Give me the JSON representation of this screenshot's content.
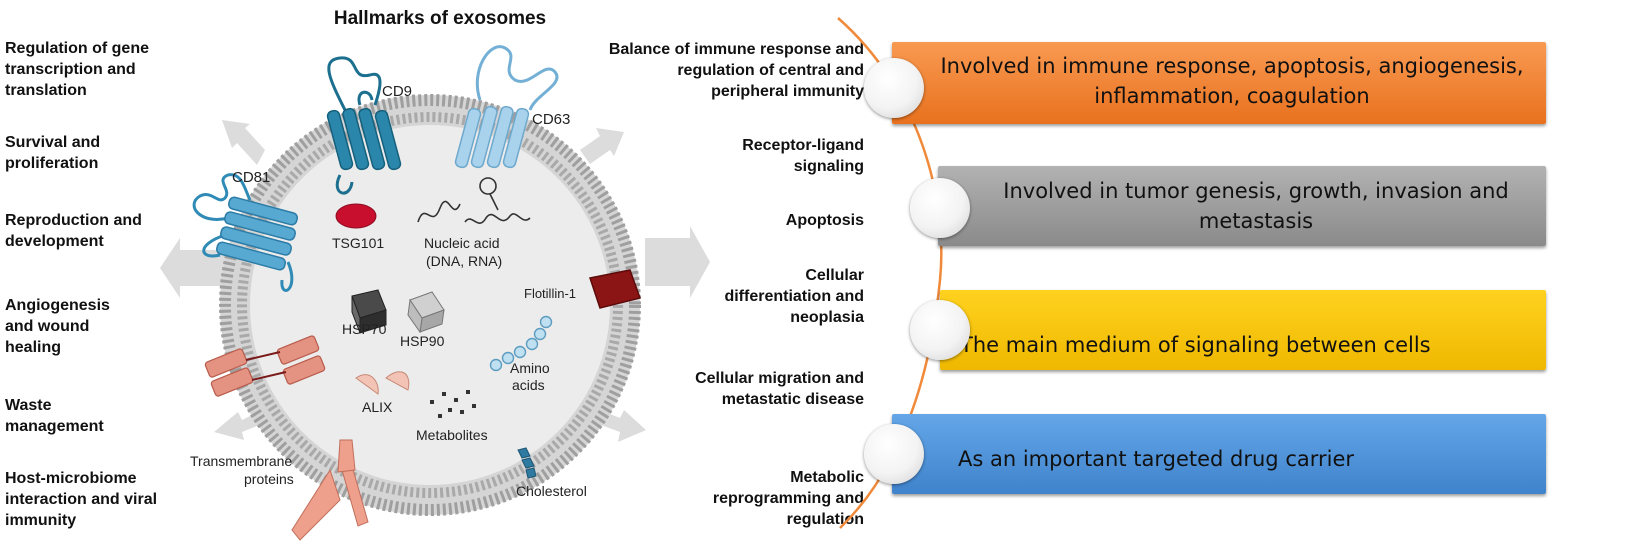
{
  "title": "Hallmarks of exosomes",
  "left_functions": [
    "Regulation of gene transcription and translation",
    "Survival and proliferation",
    "Reproduction and development",
    "Angiogenesis and wound healing",
    "Waste management",
    "Host-microbiome interaction and viral immunity"
  ],
  "right_functions": [
    "Balance of immune response and regulation of central and peripheral immunity",
    "Receptor-ligand signaling",
    "Apoptosis",
    "Cellular differentiation and neoplasia",
    "Cellular migration and metastatic disease",
    "Metabolic reprogramming and regulation"
  ],
  "components": {
    "cd9": "CD9",
    "cd63": "CD63",
    "cd81": "CD81",
    "tsg101": "TSG101",
    "nucleic_acid": "Nucleic acid",
    "nucleic_acid_sub": "(DNA, RNA)",
    "flotillin": "Flotillin-1",
    "hsp70": "HSP70",
    "hsp90": "HSP90",
    "amino_1": "Amino",
    "amino_2": "acids",
    "alix": "ALIX",
    "metabolites": "Metabolites",
    "transmembrane_1": "Transmembrane",
    "transmembrane_2": "proteins",
    "cholesterol": "Cholesterol"
  },
  "roles": [
    {
      "text": "Involved in immune response, apoptosis, angiogenesis, inflammation, coagulation",
      "color": "#f58434"
    },
    {
      "text": "Involved in tumor genesis, growth, invasion and metastasis",
      "color": "#9d9d9d"
    },
    {
      "text": "The main medium of signaling between cells",
      "color": "#f6c200"
    },
    {
      "text": "As an important targeted drug carrier",
      "color": "#4f93d8"
    }
  ],
  "colors": {
    "membrane": "#b9b9b9",
    "interior": "#ececec",
    "connector": "#f08a3a",
    "cd9": "#1f7fa0",
    "cd63": "#8fc3e3",
    "cd81": "#3f9cc6",
    "tsg101": "#c8102e",
    "flotillin": "#8b1414",
    "transmembrane": "#ec9a84",
    "receptor": "#e7826b"
  }
}
